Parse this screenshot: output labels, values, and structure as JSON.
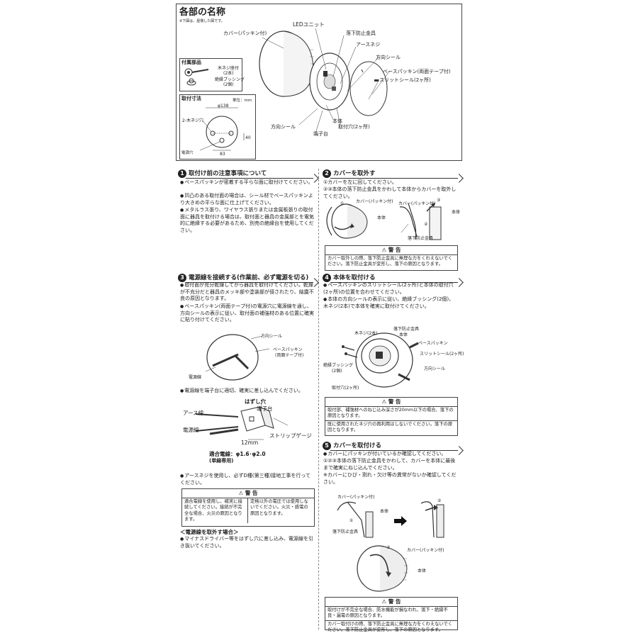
{
  "top": {
    "title": "各部の名称",
    "note": "※下図は、屋側した図です。",
    "labels": {
      "cover": "カバー(パッキン付)",
      "led_unit": "LEDユニット",
      "fall_prevention": "落下防止金具",
      "earth_screw": "アースネジ",
      "direction_seal": "方向シール",
      "base_packing": "ベースパッキン(両面テープ付)",
      "slit_seal": "スリットシール(2ヶ所)",
      "body": "本体",
      "mount_hole": "取付穴(2ヶ所)",
      "direction_seal2": "方向シール",
      "terminal": "端子台"
    },
    "accessories": {
      "title": "付属部品",
      "screw": "木ネジ座付",
      "screw_qty": "(2本)",
      "bushing": "絶縁ブッシング",
      "bushing_qty": "(2個)"
    },
    "dimensions": {
      "title": "取付寸法",
      "unit": "単位：mm",
      "diameter": "φ138",
      "screw_label": "2-木ネジ穴",
      "hole_label": "電源穴",
      "width": "83",
      "height": "40"
    }
  },
  "s1": {
    "num": "1",
    "title": "取付け前の注意事項について",
    "p1": "ベースパッキンが密着する平らな面に取付けてください。",
    "p2": "凹凸のある取付面の場合は、シール材でベースパッキンより大きめの平らな面に仕上げてください。",
    "p3": "メタルラス張り、ワイヤラス張りまたは金属板張りの取付面に器具を取付ける場合は、取付面と器具の金属部とを電気的に絶縁する必要があるため、別売の絶縁台を使用してください。"
  },
  "s2": {
    "num": "2",
    "title": "カバーを取外す",
    "p1": "①カバーを左に回してください。",
    "p2": "②③本体の落下防止金具をかわして本体からカバーを取外してください。",
    "labels": {
      "n1": "①",
      "n2": "②",
      "n3": "③",
      "cover": "カバー(パッキン付)",
      "body": "本体",
      "cover2": "カバー(パッキン付)",
      "body2": "本体",
      "fall": "落下防止金具"
    },
    "warn_head": "⚠ 警 告",
    "warn_text": "カバー取外しの際、落下防止金具に無理な力をくわえないでください。落下防止金具が変形し、落下の原因となります。"
  },
  "s3": {
    "num": "3",
    "title": "電源線を接続する(作業前、必ず電源を切る)",
    "p1": "取付面が充分乾燥してから器具を取付けてください。乾燥が不充分だと器具のメッキ部や塗装部が侵されたり、結露不良の原因となります。",
    "p2": "ベースパッキン(両面テープ付)の電源穴に電源線を通し、方向シールの表示に従い、取付面の補強材のある位置に確実に貼り付けてください。",
    "labels": {
      "direction_seal": "方向シール",
      "base_packing": "ベースパッキン",
      "base_packing2": "(両面テープ付)",
      "power_wire": "電源線"
    },
    "p3": "電源線を端子台に適切、確実に差し込んでください。",
    "labels2": {
      "release_hole": "はずし穴",
      "terminal": "端子台",
      "earth_wire": "アース線",
      "power_wire": "電源線",
      "strip_gauge": "ストリップゲージ",
      "mm": "12mm",
      "applicable": "適合電線：φ1.6･φ2.0",
      "single": "(単線専用)"
    },
    "p4": "アースネジを使用し、必ずD種(第三種)接地工事を行ってください。",
    "warn_head": "⚠ 警 告",
    "warn_left": "適合電線を使用し、確実に接続してください。接続が不完全な場合、火災の原因となります。",
    "warn_right": "定格以外の電圧では使用しないでください。火災・感電の原因となります。",
    "remove_title": "＜電源線を取外す場合＞",
    "remove_text": "マイナスドライバー等をはずし穴に差し込み、電源線を引き抜いてください。"
  },
  "s4": {
    "num": "4",
    "title": "本体を取付ける",
    "p1": "ベースパッキンのスリットシール(2ヶ所)と本体の取付穴(2ヶ所)の位置を合わせてください。",
    "p2": "本体の方向シールの表示に従い、絶縁ブッシング(2個)、木ネジ(2本)で本体を確実に取付けてください。",
    "labels": {
      "fall": "落下防止金具",
      "screw": "木ネジ(2本)",
      "body": "本体",
      "base_packing": "ベースパッキン",
      "slit_seal": "スリットシール(2ヶ所)",
      "bushing": "絶縁ブッシング",
      "bushing_qty": "(2個)",
      "direction_seal": "方向シール",
      "mount_hole": "取付穴(2ヶ所)"
    },
    "warn_head": "⚠ 警 告",
    "warn_text1": "取付部、補強材へのねじ込み深さが20mm以下の場合、落下の原因となります。",
    "warn_text2": "既に使用されたネジ穴の再利用はしないでください。落下の原因となります。"
  },
  "s5": {
    "num": "5",
    "title": "カバーを取付ける",
    "p1": "カバーにパッキンが付いているか確認してください。",
    "p2": "①②③本体の落下防止金具をかわして、カバーを本体に最後まで確実にねじ込んでください。",
    "p3": "※カバーにひび・割れ・欠け等の異常がないか確認してください。",
    "labels": {
      "cover": "カバー(パッキン付)",
      "body": "本体",
      "n1": "①",
      "n2": "②",
      "fall": "落下防止金具",
      "n3": "③",
      "cover2": "カバー(パッキン付)",
      "body2": "本体"
    },
    "warn_head": "⚠ 警 告",
    "warn_text1": "取付けが不完全な場合、防水機能が損なわれ、落下・絶縁不良・漏電の原因となります。",
    "warn_text2": "カバー取付けの際、落下防止金具に無理な力をくわえないでください。落下防止金具が変形し、落下の原因となります。"
  }
}
